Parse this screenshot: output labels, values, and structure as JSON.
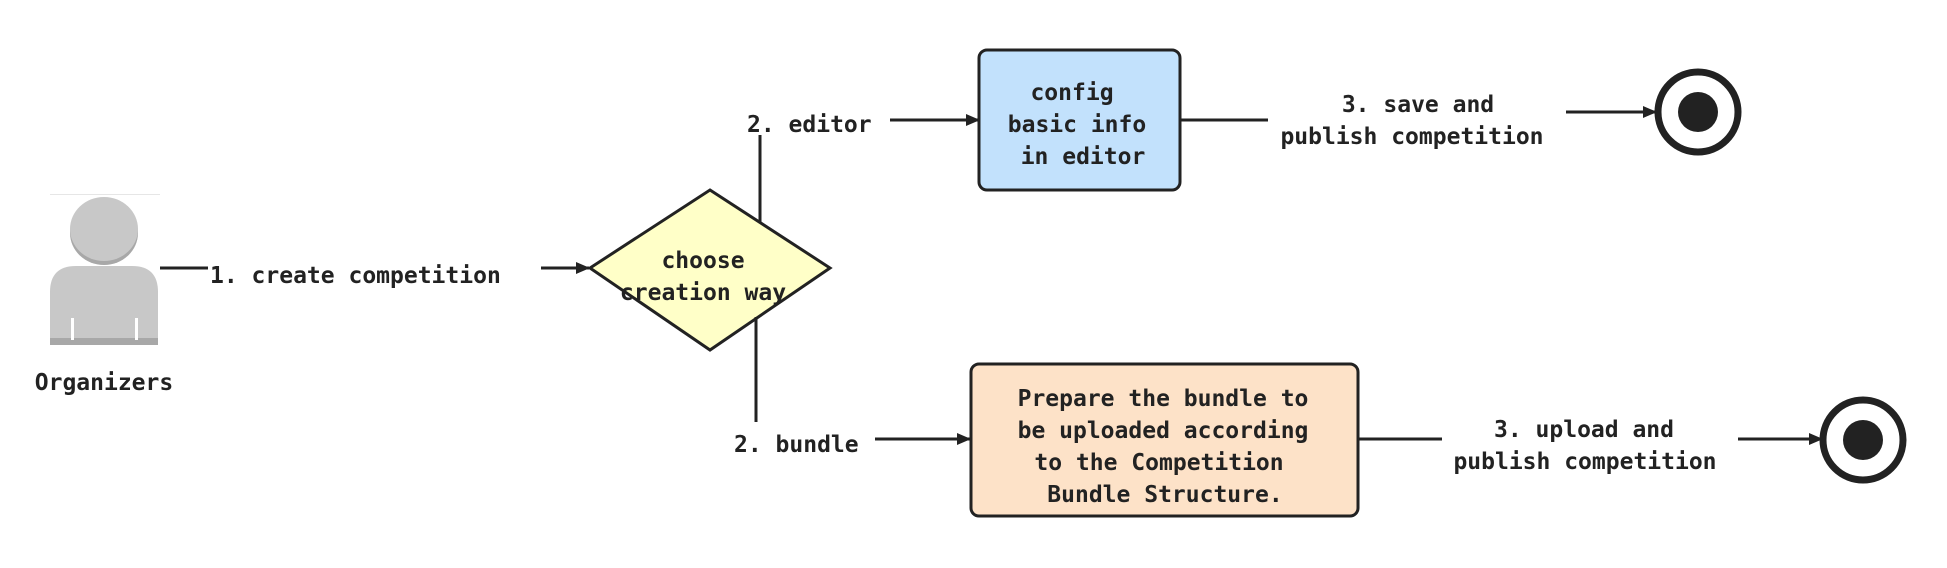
{
  "actor": {
    "label": "Organizers"
  },
  "decision": {
    "lines": [
      "choose",
      "creation way"
    ]
  },
  "edges": {
    "create": "1. create competition",
    "editor": "2. editor",
    "bundle": "2. bundle",
    "save_publish": [
      "3. save and",
      "publish competition"
    ],
    "upload_publish": [
      "3. upload and",
      "publish competition"
    ]
  },
  "nodes": {
    "editor_box": {
      "lines": [
        "config",
        "basic info",
        "in editor"
      ],
      "fill": "#c2e1fc"
    },
    "bundle_box": {
      "lines": [
        "Prepare the bundle to",
        "be uploaded according",
        "to the Competition",
        "Bundle Structure."
      ],
      "fill": "#fde2c8"
    }
  },
  "colors": {
    "decision_fill": "#ffffc8",
    "stroke": "#222222",
    "actor": "#c8c8c8",
    "actor_dark": "#a8a8a8"
  },
  "icons": {
    "actor": "user-silhouette-icon",
    "end": "final-state-icon"
  }
}
